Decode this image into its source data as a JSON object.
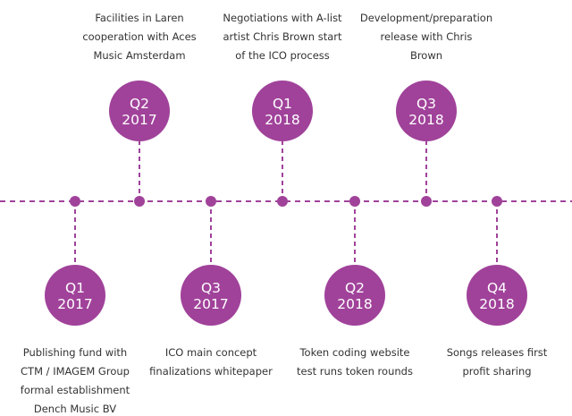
{
  "colors": {
    "accent": "#a0429a",
    "text": "#333333"
  },
  "milestones": [
    {
      "quarter": "Q1",
      "year": "2017",
      "position": "below",
      "description": [
        "Publishing fund with",
        "CTM / IMAGEM Group",
        "formal establishment",
        "Dench Music BV"
      ]
    },
    {
      "quarter": "Q2",
      "year": "2017",
      "position": "above",
      "description": [
        "Facilities in Laren",
        "cooperation with Aces",
        "Music Amsterdam"
      ]
    },
    {
      "quarter": "Q3",
      "year": "2017",
      "position": "below",
      "description": [
        "ICO main concept",
        "finalizations whitepaper"
      ]
    },
    {
      "quarter": "Q1",
      "year": "2018",
      "position": "above",
      "description": [
        "Negotiations with A-list",
        "artist Chris Brown start",
        "of the ICO process"
      ]
    },
    {
      "quarter": "Q2",
      "year": "2018",
      "position": "below",
      "description": [
        "Token coding website",
        "test runs token rounds"
      ]
    },
    {
      "quarter": "Q3",
      "year": "2018",
      "position": "above",
      "description": [
        "Development/preparation",
        "release with Chris",
        "Brown"
      ]
    },
    {
      "quarter": "Q4",
      "year": "2018",
      "position": "below",
      "description": [
        "Songs releases first",
        "profit sharing"
      ]
    }
  ]
}
